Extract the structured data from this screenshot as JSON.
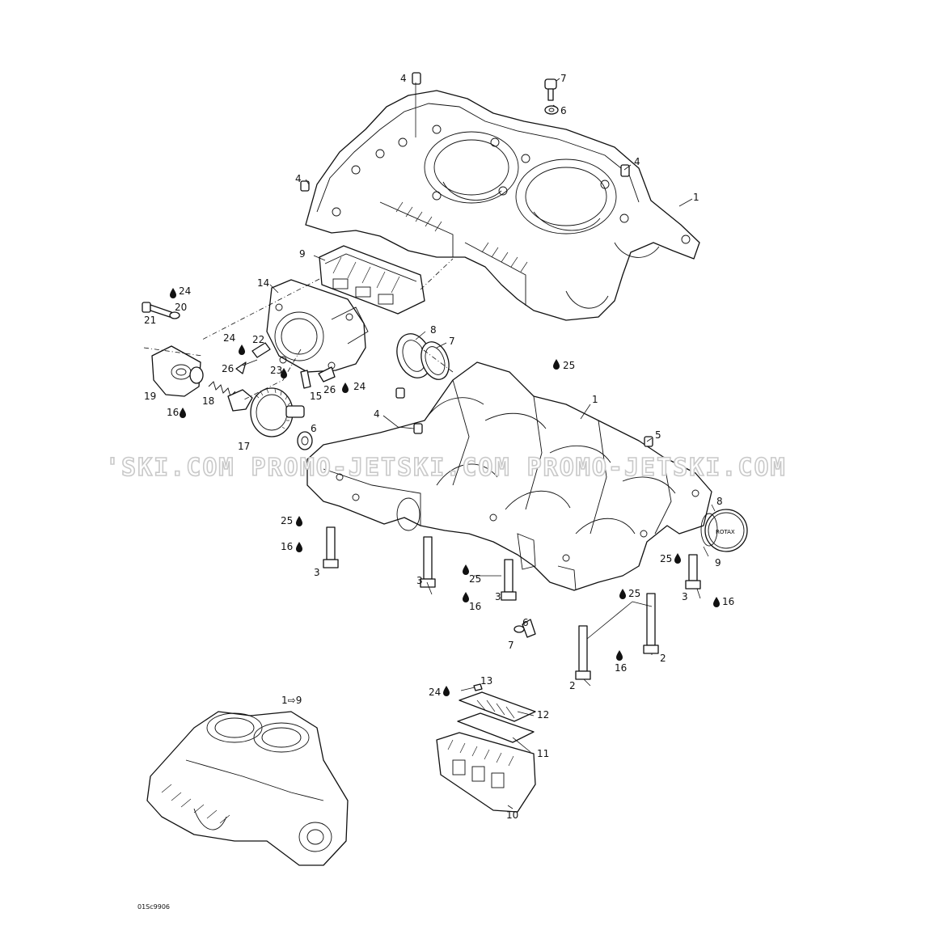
{
  "diagram": {
    "part_labels": [
      {
        "id": "p1a",
        "text": "1"
      },
      {
        "id": "p1b",
        "text": "1"
      },
      {
        "id": "p2a",
        "text": "2"
      },
      {
        "id": "p2b",
        "text": "2"
      },
      {
        "id": "p3a",
        "text": "3"
      },
      {
        "id": "p3b",
        "text": "3"
      },
      {
        "id": "p3c",
        "text": "3"
      },
      {
        "id": "p3d",
        "text": "3"
      },
      {
        "id": "p4a",
        "text": "4"
      },
      {
        "id": "p4b",
        "text": "4"
      },
      {
        "id": "p4c",
        "text": "4"
      },
      {
        "id": "p4d",
        "text": "4"
      },
      {
        "id": "p4e",
        "text": "4"
      },
      {
        "id": "p5",
        "text": "5"
      },
      {
        "id": "p6a",
        "text": "6"
      },
      {
        "id": "p6b",
        "text": "6"
      },
      {
        "id": "p7a",
        "text": "7"
      },
      {
        "id": "p7b",
        "text": "7"
      },
      {
        "id": "p8a",
        "text": "8"
      },
      {
        "id": "p8b",
        "text": "8"
      },
      {
        "id": "p9a",
        "text": "9"
      },
      {
        "id": "p9b",
        "text": "9"
      },
      {
        "id": "p10a",
        "text": "10"
      },
      {
        "id": "p10b",
        "text": "10"
      },
      {
        "id": "p11",
        "text": "11"
      },
      {
        "id": "p12",
        "text": "12"
      },
      {
        "id": "p13",
        "text": "13"
      },
      {
        "id": "p14",
        "text": "14"
      },
      {
        "id": "p15",
        "text": "15"
      },
      {
        "id": "p16a",
        "text": "16"
      },
      {
        "id": "p16b",
        "text": "16"
      },
      {
        "id": "p16c",
        "text": "16"
      },
      {
        "id": "p16d",
        "text": "16"
      },
      {
        "id": "p16e",
        "text": "16"
      },
      {
        "id": "p17",
        "text": "17"
      },
      {
        "id": "p18",
        "text": "18"
      },
      {
        "id": "p19",
        "text": "19"
      },
      {
        "id": "p20",
        "text": "20"
      },
      {
        "id": "p21",
        "text": "21"
      },
      {
        "id": "p22",
        "text": "22"
      },
      {
        "id": "p23",
        "text": "23"
      },
      {
        "id": "p24a",
        "text": "24"
      },
      {
        "id": "p24b",
        "text": "24"
      },
      {
        "id": "p24c",
        "text": "24"
      },
      {
        "id": "p24d",
        "text": "24"
      },
      {
        "id": "p25a",
        "text": "25"
      },
      {
        "id": "p25b",
        "text": "25"
      },
      {
        "id": "p25c",
        "text": "25"
      },
      {
        "id": "p25d",
        "text": "25"
      },
      {
        "id": "p25e",
        "text": "25"
      },
      {
        "id": "p26a",
        "text": "26"
      },
      {
        "id": "p26b",
        "text": "26"
      }
    ],
    "assembly_ref": "1⇨9",
    "figure_code": "01Sc9906",
    "watermark": "'SKI.COM   PROMO-JETSKI.COM   PROMO-JETSKI.COM",
    "cover_text": "ROTAX"
  }
}
